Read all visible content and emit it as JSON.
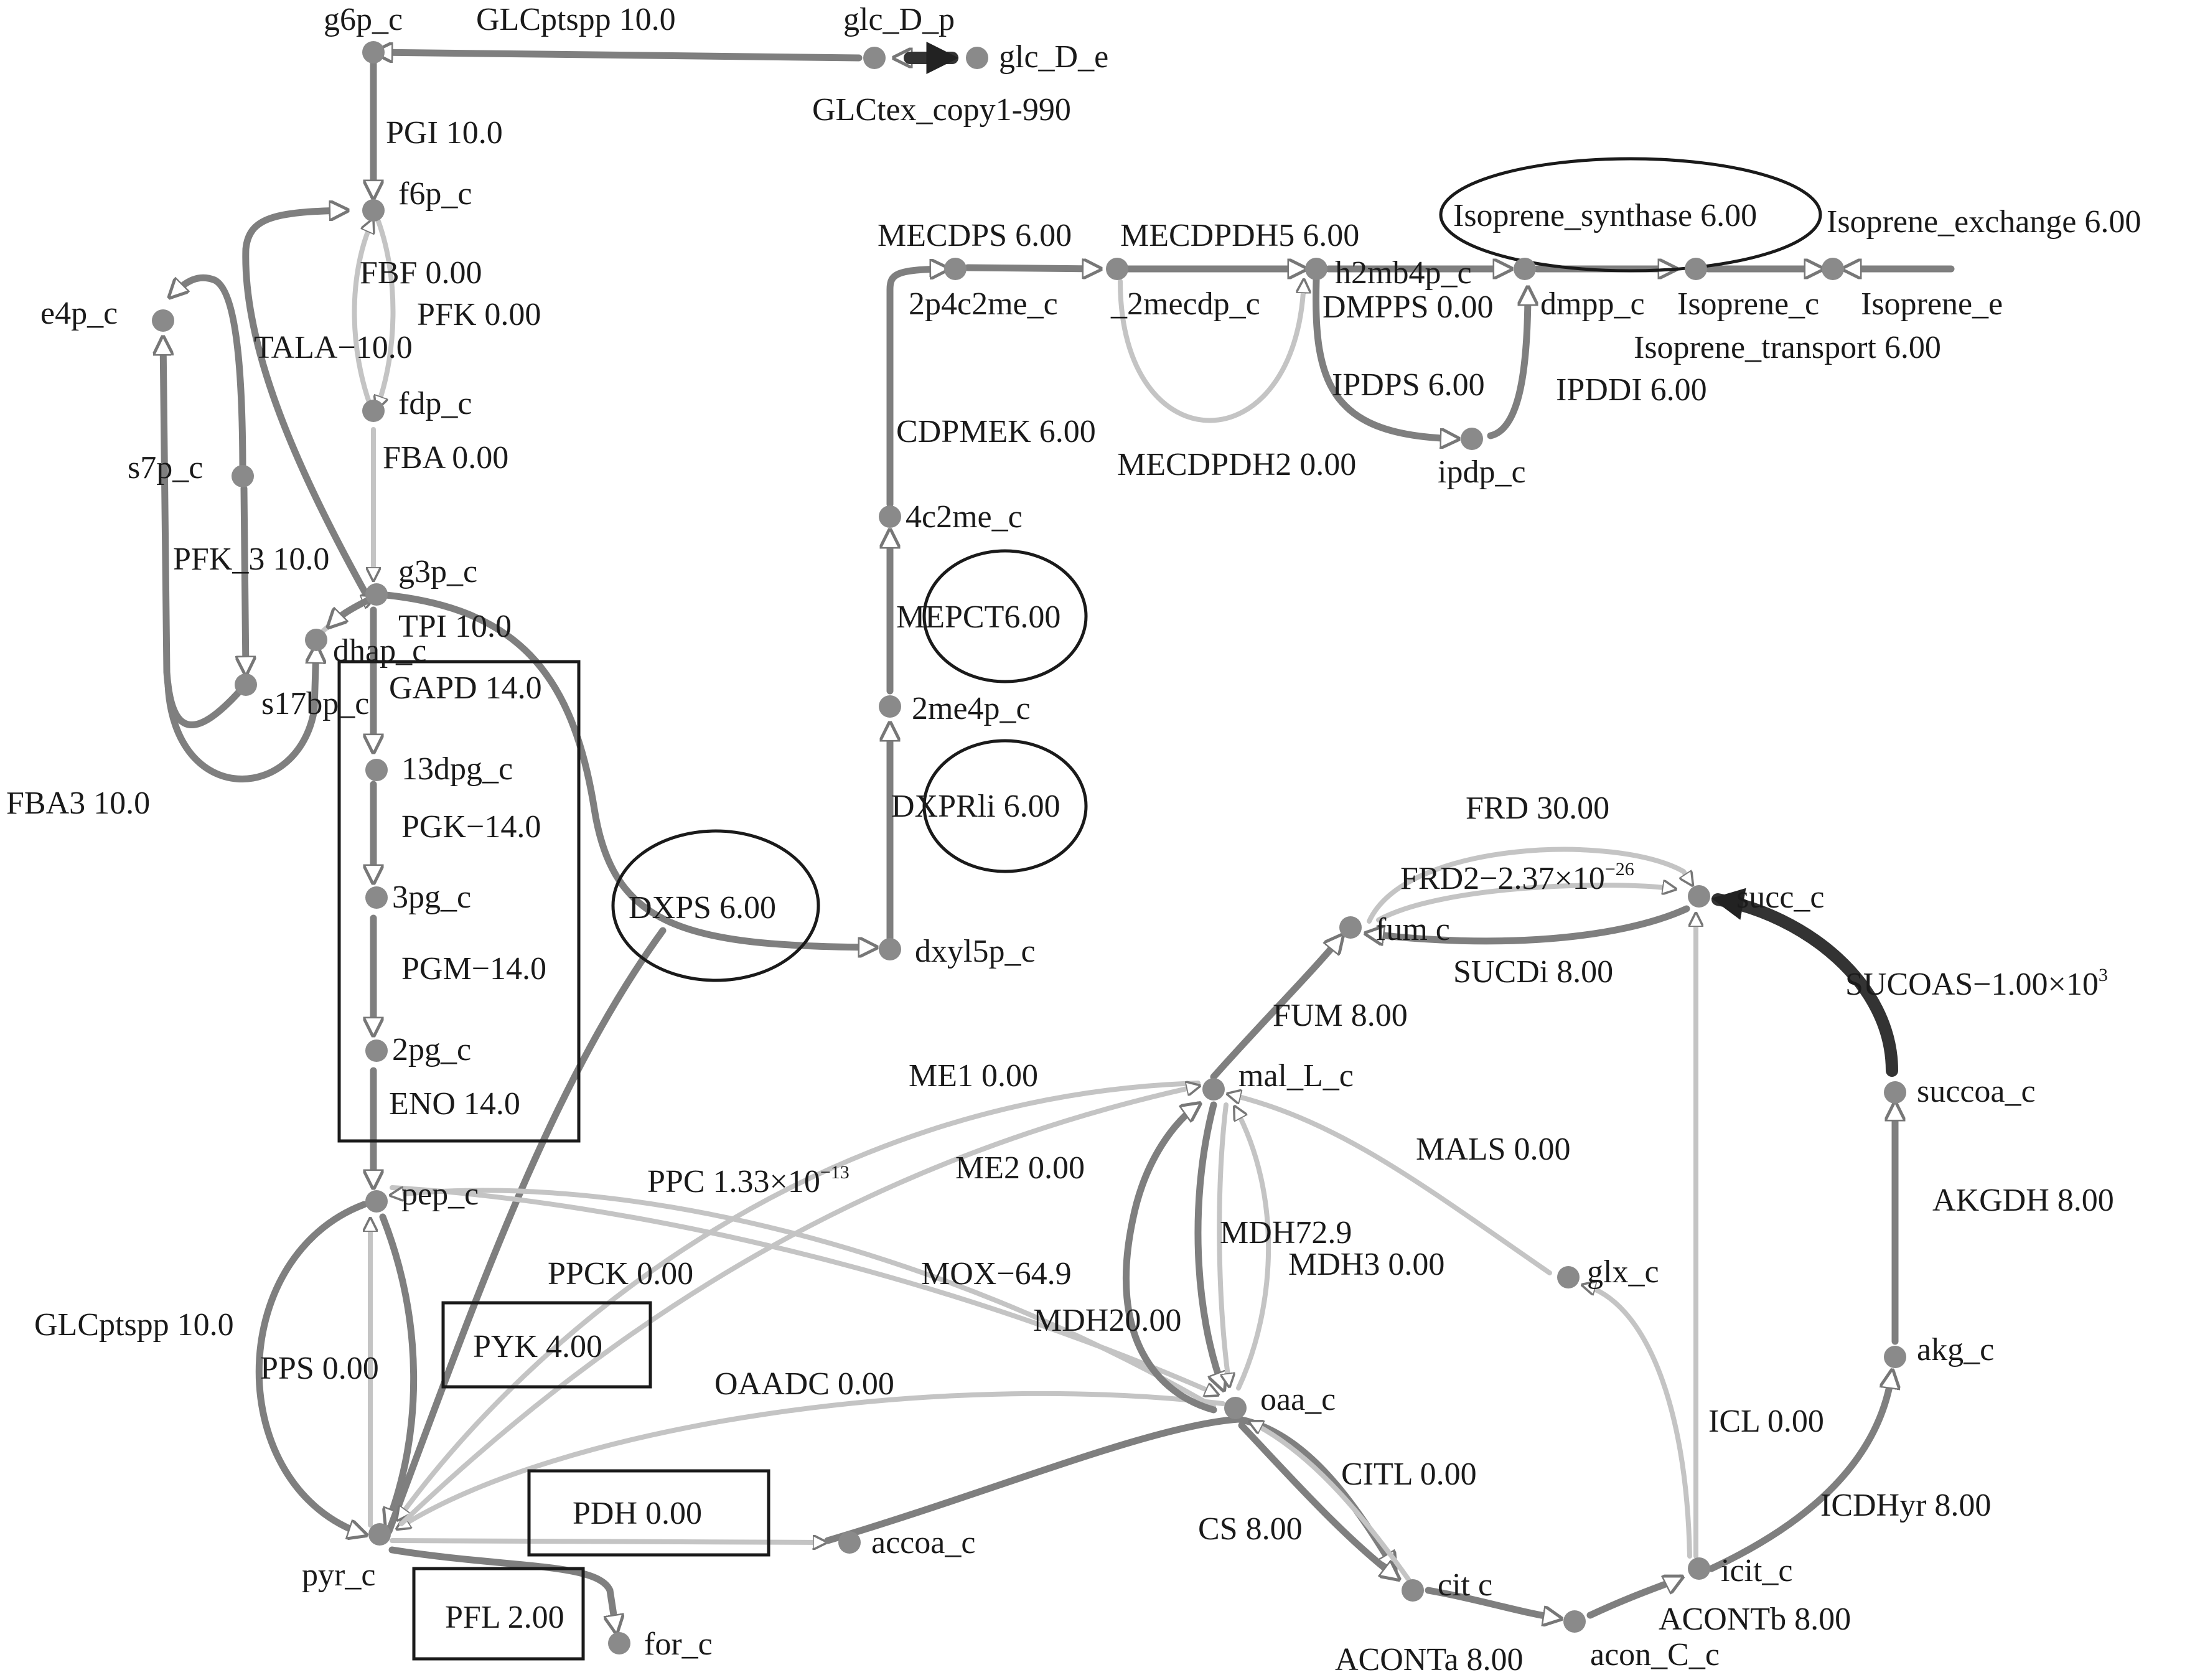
{
  "metabolites": {
    "g6p_c": "g6p_c",
    "glc_D_p": "glc_D_p",
    "glc_D_e": "glc_D_e",
    "f6p_c": "f6p_c",
    "e4p_c": "e4p_c",
    "fdp_c": "fdp_c",
    "s7p_c": "s7p_c",
    "g3p_c": "g3p_c",
    "dhap_c": "dhap_c",
    "s17bp_c": "s17bp_c",
    "13dpg_c": "13dpg_c",
    "3pg_c": "3pg_c",
    "2pg_c": "2pg_c",
    "pep_c": "pep_c",
    "pyr_c": "pyr_c",
    "accoa_c": "accoa_c",
    "for_c": "for_c",
    "dxyl5p_c": "dxyl5p_c",
    "2me4p_c": "2me4p_c",
    "4c2me_c": "4c2me_c",
    "2p4c2me_c": "2p4c2me_c",
    "_2mecdp_c": "_2mecdp_c",
    "h2mb4p_c": "h2mb4p_c",
    "dmpp_c": "dmpp_c",
    "ipdp_c": "ipdp_c",
    "Isoprene_c": "Isoprene_c",
    "Isoprene_e": "Isoprene_e",
    "fum_c": "fum c",
    "succ_c": "succ_c",
    "succoa_c": "succoa_c",
    "mal_L_c": "mal_L_c",
    "glx_c": "glx_c",
    "oaa_c": "oaa_c",
    "akg_c": "akg_c",
    "cit_c": "cit c",
    "icit_c": "icit_c",
    "acon_C_c": "acon_C_c"
  },
  "reactions": {
    "GLCptspp_top": "GLCptspp 10.0",
    "GLCtex": "GLCtex_copy1-990",
    "PGI": "PGI 10.0",
    "FBP": "FBF 0.00",
    "PFK": "PFK 0.00",
    "TALA": "TALA−10.0",
    "FBA": "FBA 0.00",
    "PFK_3": "PFK_3 10.0",
    "TPI": "TPI 10.0",
    "GAPD": "GAPD 14.0",
    "FBA3": "FBA3 10.0",
    "PGK": "PGK−14.0",
    "PGM": "PGM−14.0",
    "ENO": "ENO 14.0",
    "GLCptspp_left": "GLCptspp 10.0",
    "PPS": "PPS 0.00",
    "PPCK": "PPCK 0.00",
    "PYK": "PYK 4.00",
    "OAADC": "OAADC 0.00",
    "PDH": "PDH 0.00",
    "PFL": "PFL 2.00",
    "DXPS": "DXPS 6.00",
    "DXPRii": "DXPRli 6.00",
    "MEPCT": "MEPCT6.00",
    "CDPMEK": "CDPMEK 6.00",
    "MECDPS": "MECDPS 6.00",
    "MECDPDH5": "MECDPDH5 6.00",
    "MECDPDH2": "MECDPDH2 0.00",
    "DMPPS": "DMPPS 0.00",
    "IPDPS": "IPDPS 6.00",
    "IPDDI": "IPDDI 6.00",
    "Isoprene_synthase": "Isoprene_synthase 6.00",
    "Isoprene_exchange": "Isoprene_exchange 6.00",
    "Isoprene_transport": "Isoprene_transport 6.00",
    "FRD": "FRD 30.00",
    "FRD2": "FRD2−2.37×10",
    "FRD2_exp": "−26",
    "SUCDi": "SUCDi 8.00",
    "SUCOAS": "SUCOAS−1.00×10",
    "SUCOAS_exp": "3",
    "FUM": "FUM 8.00",
    "ME1": "ME1 0.00",
    "ME2": "ME2 0.00",
    "PPC": "PPC 1.33×10",
    "PPC_exp": "−13",
    "MALS": "MALS 0.00",
    "MOX": "MOX−64.9",
    "MDH": "MDH72.9",
    "MDH3": "MDH3 0.00",
    "MDH2": "MDH20.00",
    "AKGDH": "AKGDH 8.00",
    "ICL": "ICL 0.00",
    "CITL": "CITL 0.00",
    "CS": "CS 8.00",
    "ICDHyr": "ICDHyr 8.00",
    "ACONTa": "ACONTa 8.00",
    "ACONTb": "ACONTb 8.00"
  }
}
